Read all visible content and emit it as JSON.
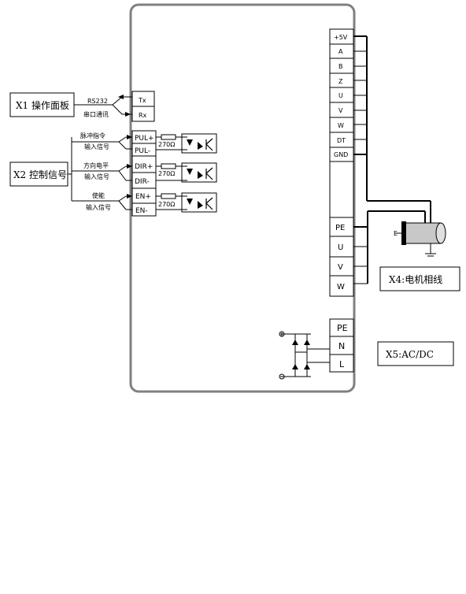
{
  "x1": {
    "title": "X1  操作面板",
    "rs232": "RS232",
    "serial": "串口通讯"
  },
  "x1_terminals": [
    "Tx",
    "Rx"
  ],
  "x2": {
    "title": "X2  控制信号"
  },
  "x2_terminals": [
    "PUL+",
    "PUL-",
    "DIR+",
    "DIR-",
    "EN+",
    "EN-"
  ],
  "x2_signals": [
    {
      "label": "脉冲指令",
      "sub": "输入信号"
    },
    {
      "label": "方向电平",
      "sub": "输入信号"
    },
    {
      "label": "使能",
      "sub": "输入信号"
    }
  ],
  "resistor_label": "270Ω",
  "encoder_terminals": [
    "+5V",
    "A",
    "B",
    "Z",
    "U",
    "V",
    "W",
    "DT",
    "GND"
  ],
  "motor_terminals": [
    "PE",
    "U",
    "V",
    "W"
  ],
  "x4": {
    "title": "X4:电机相线",
    "encoder_mark": "E"
  },
  "power_terminals": [
    "PE",
    "N",
    "L"
  ],
  "x5": {
    "title": "X5:AC/DC"
  }
}
